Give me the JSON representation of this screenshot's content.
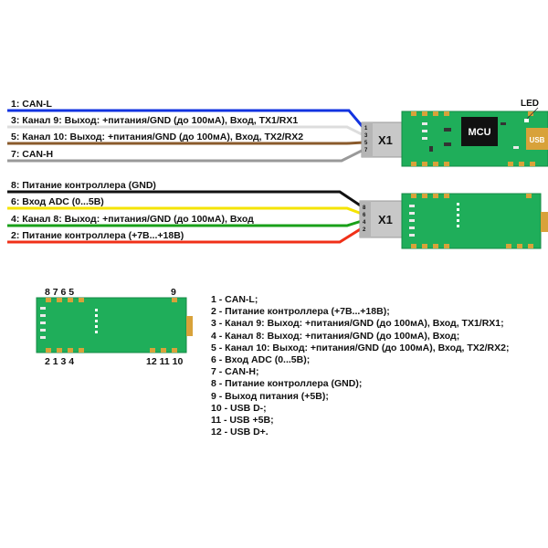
{
  "wires": {
    "top": [
      {
        "label": "1: CAN-L",
        "color": "#1233e0"
      },
      {
        "label": "3: Канал 9: Выход: +питания/GND (до 100мА), Вход, TX1/RX1",
        "color": "#dddddd"
      },
      {
        "label": "5: Канал 10: Выход: +питания/GND (до 100мА), Вход, TX2/RX2",
        "color": "#8a5a2b"
      },
      {
        "label": "7: CAN-H",
        "color": "#999999"
      }
    ],
    "bottom": [
      {
        "label": "8: Питание контроллера (GND)",
        "color": "#111111"
      },
      {
        "label": "6: Вход ADC (0...5В)",
        "color": "#f5e400"
      },
      {
        "label": "4: Канал 8: Выход: +питания/GND (до 100мА), Вход",
        "color": "#19a019"
      },
      {
        "label": "2: Питание контроллера (+7В...+18В)",
        "color": "#f03018"
      }
    ]
  },
  "connector_top": {
    "label": "X1",
    "pins": [
      "1",
      "3",
      "5",
      "7"
    ]
  },
  "connector_bottom": {
    "label": "X1",
    "pins": [
      "8",
      "6",
      "4",
      "2"
    ]
  },
  "board": {
    "mcu_label": "MCU",
    "usb_label": "USB",
    "led_label": "LED"
  },
  "pinout_board": {
    "top_pins": "8 7 6 5",
    "top_right_pin": "9",
    "bottom_left_pins": "2 1 3 4",
    "bottom_right_pins": "12 11 10"
  },
  "legend": [
    "1 - CAN-L;",
    "2 - Питание контроллера (+7В...+18В);",
    "3 - Канал 9: Выход: +питания/GND (до 100мА), Вход, TX1/RX1;",
    "4 - Канал 8: Выход: +питания/GND (до 100мА), Вход;",
    "5 - Канал 10: Выход: +питания/GND (до 100мА), Вход, TX2/RX2;",
    "6 - Вход ADC (0...5В);",
    "7 - CAN-H;",
    "8 - Питание контроллера (GND);",
    "9 - Выход питания (+5В);",
    "10 - USB D-;",
    "11 - USB +5В;",
    "12 - USB D+."
  ],
  "colors": {
    "pcb": "#1fae5a",
    "pcb_border": "#158a45",
    "connector": "#c8c8c8",
    "mcu": "#111111",
    "gold": "#d8a23a"
  }
}
